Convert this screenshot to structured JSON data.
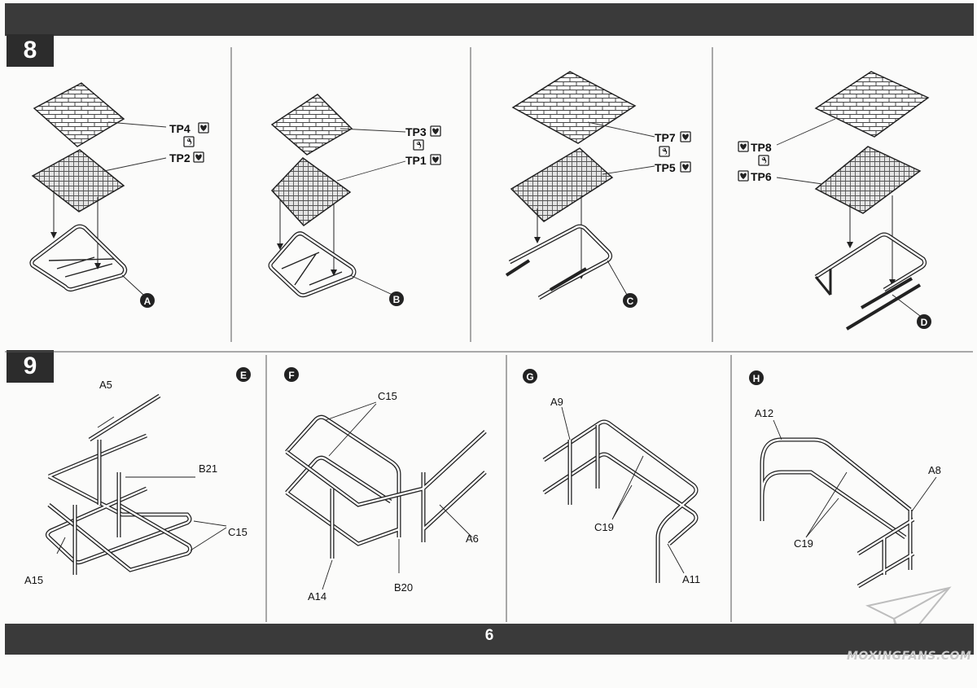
{
  "page_number": "6",
  "watermark": "MOXINGFANS.COM",
  "step8": {
    "number": "8",
    "panels": [
      {
        "letter": "A",
        "upper": "TP4",
        "lower": "TP2"
      },
      {
        "letter": "B",
        "upper": "TP3",
        "lower": "TP1"
      },
      {
        "letter": "C",
        "upper": "TP7",
        "lower": "TP5"
      },
      {
        "letter": "D",
        "upper": "TP8",
        "lower": "TP6"
      }
    ]
  },
  "step9": {
    "number": "9",
    "panels": [
      {
        "letter": "E",
        "parts": [
          "A5",
          "B21",
          "C15",
          "A15"
        ]
      },
      {
        "letter": "F",
        "parts": [
          "C15",
          "A6",
          "A14",
          "B20"
        ]
      },
      {
        "letter": "G",
        "parts": [
          "A9",
          "C19",
          "A11"
        ]
      },
      {
        "letter": "H",
        "parts": [
          "A12",
          "A8",
          "C19"
        ]
      }
    ]
  },
  "icons": [
    "photo-etch-icon",
    "glue-icon"
  ],
  "colors": {
    "bar": "#3a3a3a",
    "ink": "#222222",
    "paper": "#fbfbfa"
  }
}
